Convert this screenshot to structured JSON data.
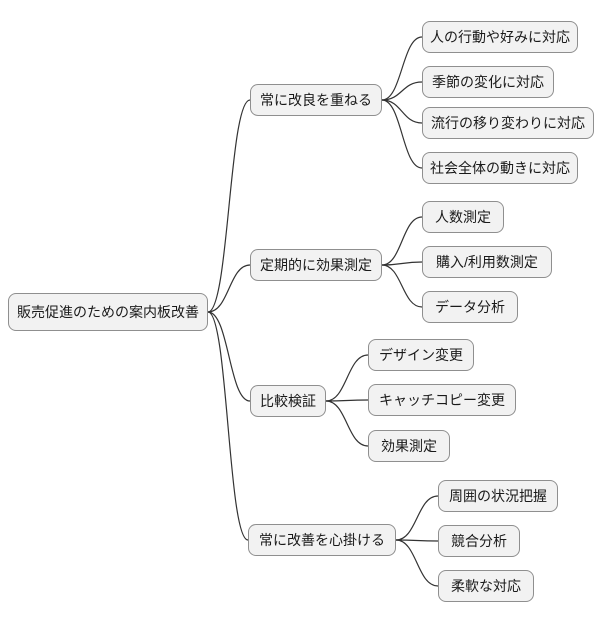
{
  "diagram": {
    "type": "mindmap",
    "root": {
      "label": "販売促進のための案内板改善"
    },
    "branches": [
      {
        "label": "常に改良を重ねる",
        "children": [
          "人の行動や好みに対応",
          "季節の変化に対応",
          "流行の移り変わりに対応",
          "社会全体の動きに対応"
        ]
      },
      {
        "label": "定期的に効果測定",
        "children": [
          "人数測定",
          "購入/利用数測定",
          "データ分析"
        ]
      },
      {
        "label": "比較検証",
        "children": [
          "デザイン変更",
          "キャッチコピー変更",
          "効果測定"
        ]
      },
      {
        "label": "常に改善を心掛ける",
        "children": [
          "周囲の状況把握",
          "競合分析",
          "柔軟な対応"
        ]
      }
    ],
    "colors": {
      "node_fill": "#f2f2f2",
      "node_border": "#8f8f8f",
      "edge": "#333333",
      "text": "#1a1a1a",
      "background": "#ffffff"
    }
  }
}
